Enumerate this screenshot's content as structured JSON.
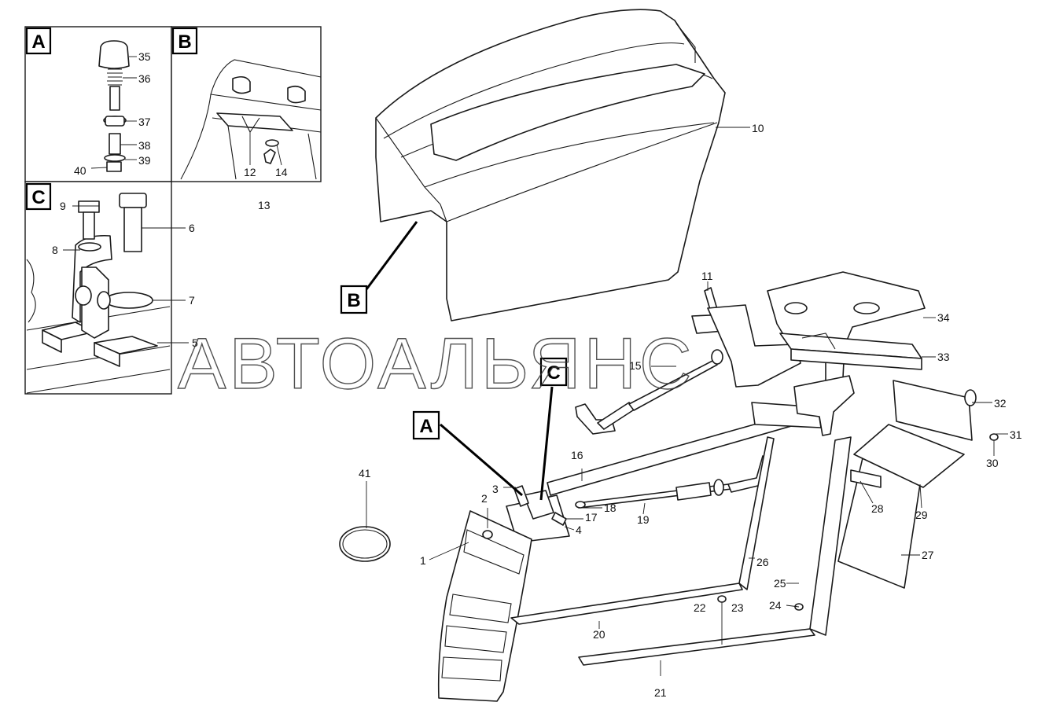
{
  "diagram": {
    "watermark": "АВТОАЛЬЯНС",
    "view_tags": {
      "inset_a": "A",
      "inset_b": "B",
      "inset_c": "C",
      "callout_a": "A",
      "callout_b": "B",
      "callout_c": "C"
    },
    "part_numbers": {
      "p1": "1",
      "p2": "2",
      "p3": "3",
      "p4": "4",
      "p5": "5",
      "p6": "6",
      "p7": "7",
      "p8": "8",
      "p9": "9",
      "p10": "10",
      "p11": "11",
      "p12": "12",
      "p13": "13",
      "p14": "14",
      "p15": "15",
      "p16": "16",
      "p17": "17",
      "p18": "18",
      "p19": "19",
      "p20": "20",
      "p21": "21",
      "p22": "22",
      "p23": "23",
      "p24": "24",
      "p25": "25",
      "p26": "26",
      "p27": "27",
      "p28": "28",
      "p29": "29",
      "p30": "30",
      "p31": "31",
      "p32": "32",
      "p33": "33",
      "p34": "34",
      "p35": "35",
      "p36": "36",
      "p37": "37",
      "p38": "38",
      "p39": "39",
      "p40": "40",
      "p41": "41"
    },
    "colors": {
      "line": "#1a1a1a",
      "background": "#ffffff"
    }
  }
}
